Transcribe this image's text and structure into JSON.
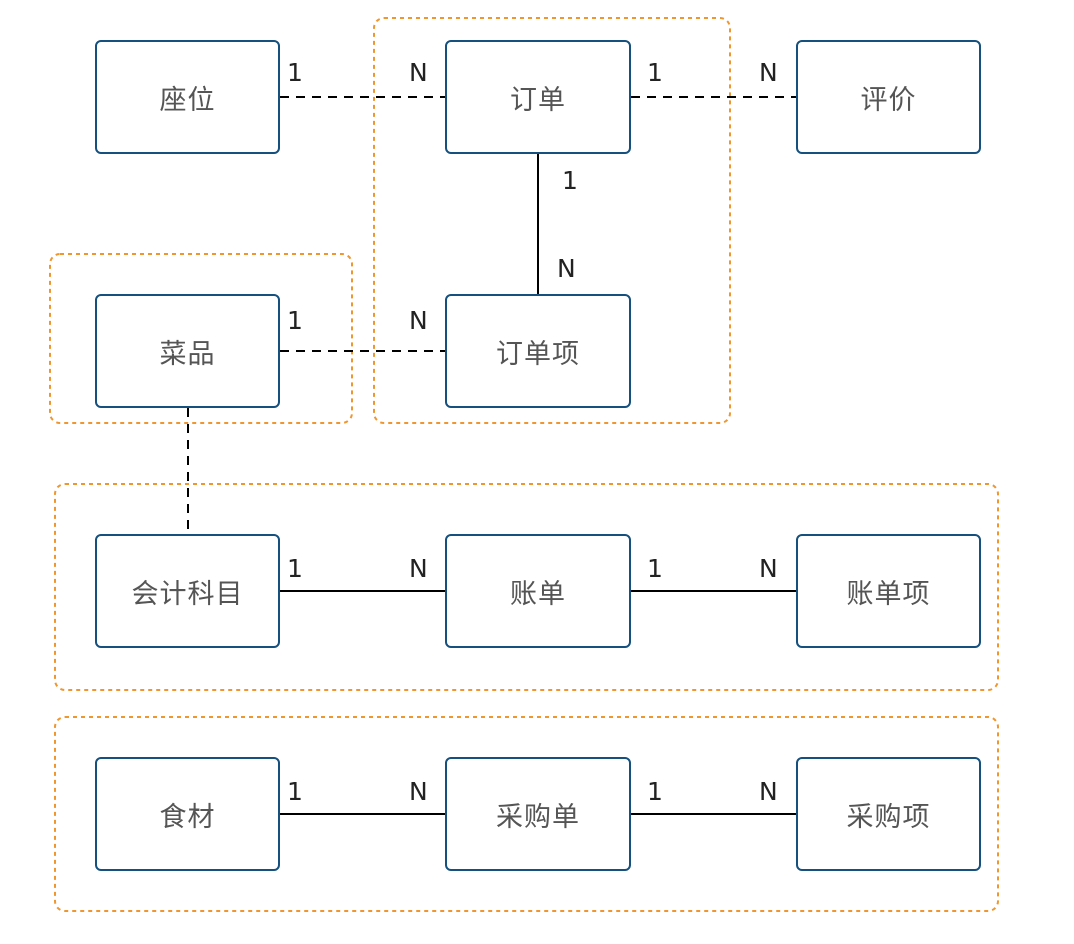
{
  "colors": {
    "entity_border": "#15507e",
    "group_border": "#f0962e",
    "line": "#000000",
    "text": "#555555"
  },
  "entities": {
    "seat": "座位",
    "order": "订单",
    "review": "评价",
    "dish": "菜品",
    "order_item": "订单项",
    "account": "会计科目",
    "bill": "账单",
    "bill_item": "账单项",
    "ingredient": "食材",
    "purchase_order": "采购单",
    "purchase_item": "采购项"
  },
  "relationships": [
    {
      "from": "座位",
      "to": "订单",
      "from_card": "1",
      "to_card": "N",
      "style": "dashed"
    },
    {
      "from": "订单",
      "to": "评价",
      "from_card": "1",
      "to_card": "N",
      "style": "dashed"
    },
    {
      "from": "订单",
      "to": "订单项",
      "from_card": "1",
      "to_card": "N",
      "style": "solid"
    },
    {
      "from": "菜品",
      "to": "订单项",
      "from_card": "1",
      "to_card": "N",
      "style": "dashed"
    },
    {
      "from": "菜品",
      "to": "会计科目",
      "style": "dashed"
    },
    {
      "from": "会计科目",
      "to": "账单",
      "from_card": "1",
      "to_card": "N",
      "style": "solid"
    },
    {
      "from": "账单",
      "to": "账单项",
      "from_card": "1",
      "to_card": "N",
      "style": "solid"
    },
    {
      "from": "食材",
      "to": "采购单",
      "from_card": "1",
      "to_card": "N",
      "style": "solid"
    },
    {
      "from": "采购单",
      "to": "采购项",
      "from_card": "1",
      "to_card": "N",
      "style": "solid"
    }
  ],
  "groups": [
    {
      "name": "order-aggregate",
      "members": [
        "订单",
        "订单项"
      ]
    },
    {
      "name": "dish-aggregate",
      "members": [
        "菜品"
      ]
    },
    {
      "name": "accounting-aggregate",
      "members": [
        "会计科目",
        "账单",
        "账单项"
      ]
    },
    {
      "name": "purchasing-aggregate",
      "members": [
        "食材",
        "采购单",
        "采购项"
      ]
    }
  ]
}
